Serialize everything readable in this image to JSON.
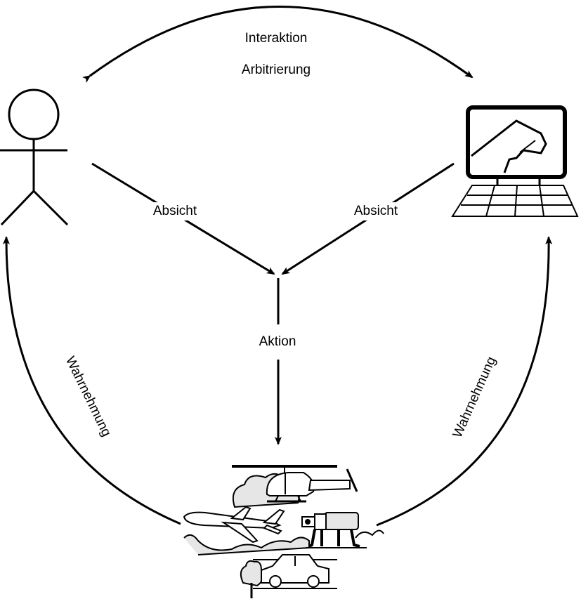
{
  "labels": {
    "interaction": "Interaktion",
    "arbitration": "Arbitrierung",
    "intent_left": "Absicht",
    "intent_right": "Absicht",
    "action": "Aktion",
    "perception_left": "Wahrnehmung",
    "perception_right": "Wahrnehmung"
  },
  "colors": {
    "stroke": "#000000",
    "fill_light": "#e6e6e6",
    "background": "#ffffff"
  },
  "icons": {
    "human": "stick-figure-icon",
    "computer": "computer-monitor-icon",
    "environment": "vehicles-environment-icon"
  }
}
